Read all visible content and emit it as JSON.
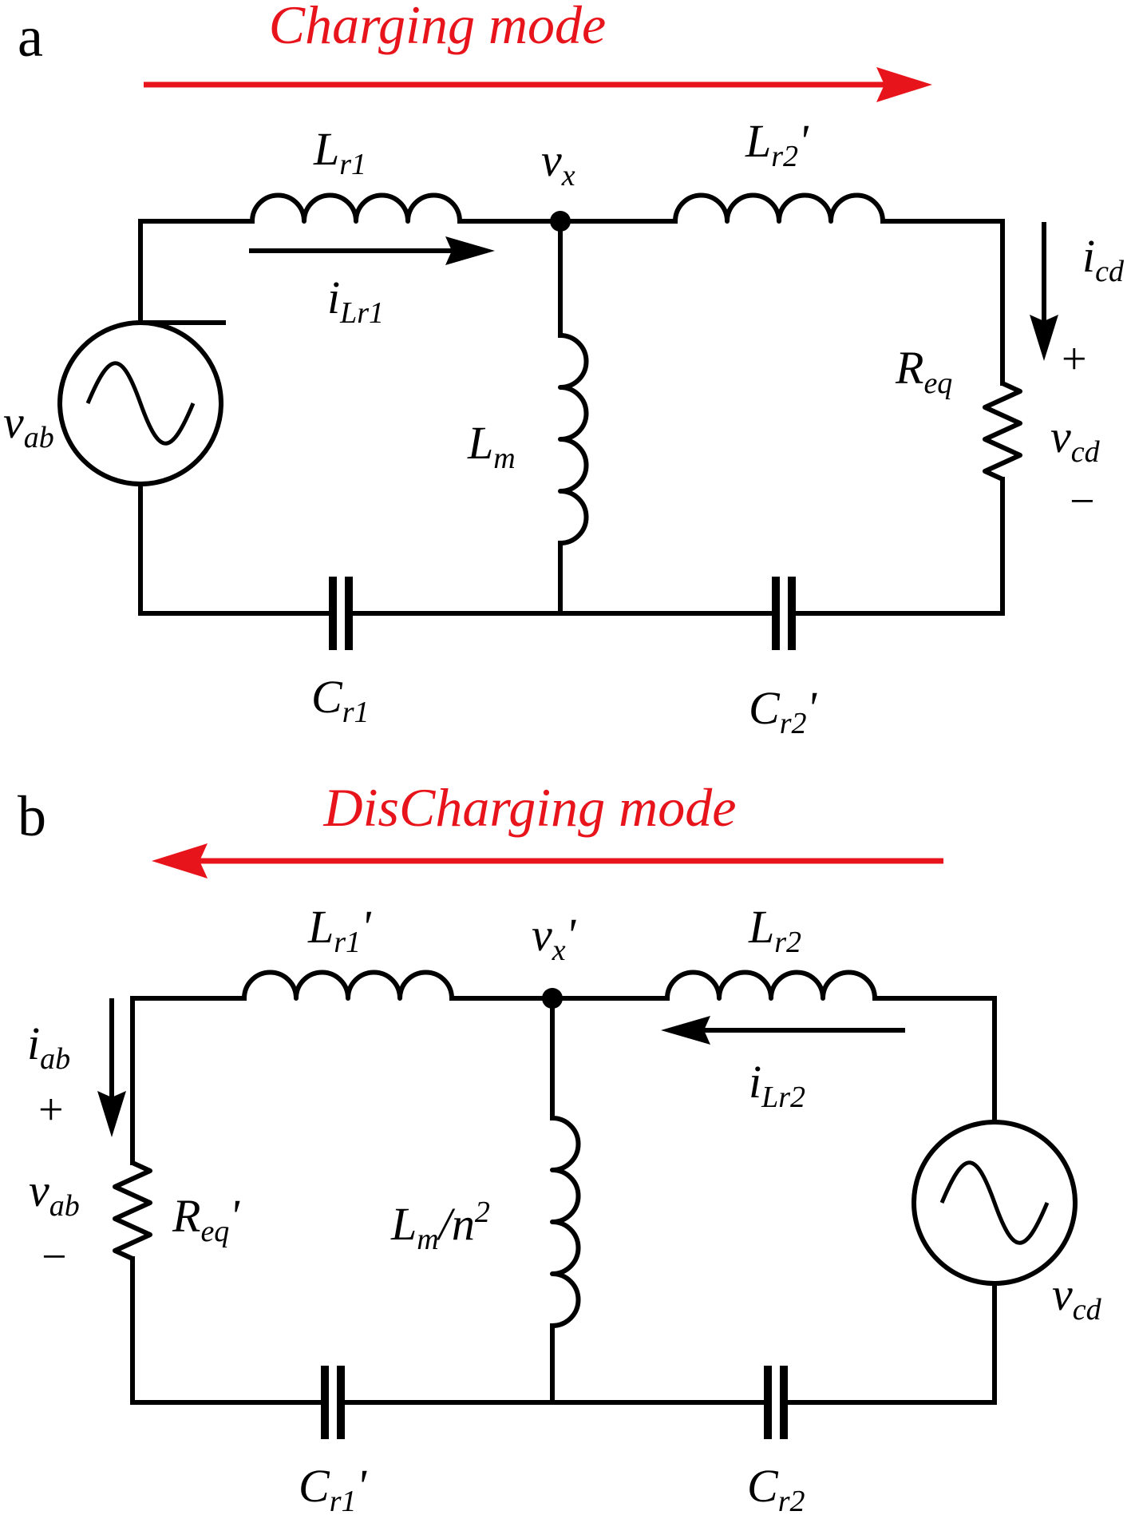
{
  "panel_a": {
    "letter": "a",
    "mode": "Charging mode",
    "labels": {
      "lr1": {
        "main": "L",
        "sub": "r1",
        "prime": ""
      },
      "lr2": {
        "main": "L",
        "sub": "r2",
        "prime": "'"
      },
      "vx": {
        "main": "v",
        "sub": "x",
        "prime": ""
      },
      "ilr1": {
        "main": "i",
        "sub": "Lr1"
      },
      "icd": {
        "main": "i",
        "sub": "cd"
      },
      "req": {
        "main": "R",
        "sub": "eq",
        "prime": ""
      },
      "vab": {
        "main": "v",
        "sub": "ab"
      },
      "lm": {
        "main": "L",
        "sub": "m"
      },
      "vcd": {
        "main": "v",
        "sub": "cd"
      },
      "cr1": {
        "main": "C",
        "sub": "r1",
        "prime": ""
      },
      "cr2": {
        "main": "C",
        "sub": "r2",
        "prime": "'"
      },
      "plus": "+",
      "minus": "−"
    }
  },
  "panel_b": {
    "letter": "b",
    "mode": "DisCharging mode",
    "labels": {
      "lr1": {
        "main": "L",
        "sub": "r1",
        "prime": "'"
      },
      "vx": {
        "main": "v",
        "sub": "x",
        "prime": "'"
      },
      "lr2": {
        "main": "L",
        "sub": "r2",
        "prime": ""
      },
      "iab": {
        "main": "i",
        "sub": "ab"
      },
      "ilr2": {
        "main": "i",
        "sub": "Lr2"
      },
      "vab": {
        "main": "v",
        "sub": "ab"
      },
      "req": {
        "main": "R",
        "sub": "eq",
        "prime": "'"
      },
      "lm": {
        "main": "L",
        "sub": "m",
        "rest": "/n",
        "sup": "2"
      },
      "vcd": {
        "main": "v",
        "sub": "cd"
      },
      "cr1": {
        "main": "C",
        "sub": "r1",
        "prime": "'"
      },
      "cr2": {
        "main": "C",
        "sub": "r2",
        "prime": ""
      },
      "plus": "+",
      "minus": "−"
    }
  },
  "colors": {
    "mode_arrow": "#e8141b",
    "wire": "#000000"
  }
}
